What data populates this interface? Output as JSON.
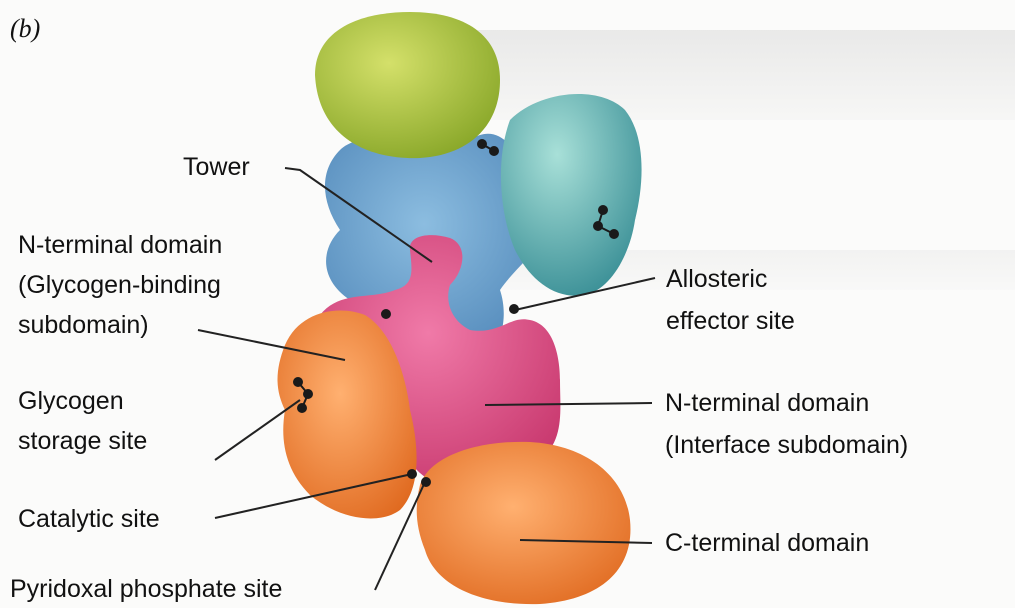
{
  "panel_label": "(b)",
  "labels": {
    "tower": "Tower",
    "n_terminal_glycogen_line1": "N-terminal domain",
    "n_terminal_glycogen_line2": "(Glycogen-binding",
    "n_terminal_glycogen_line3": "subdomain)",
    "glycogen_storage_line1": "Glycogen",
    "glycogen_storage_line2": "storage site",
    "catalytic_site": "Catalytic site",
    "pyridoxal_site": "Pyridoxal phosphate site",
    "allosteric_line1": "Allosteric",
    "allosteric_line2": "effector site",
    "n_terminal_interface_line1": "N-terminal domain",
    "n_terminal_interface_line2": "(Interface subdomain)",
    "c_terminal": "C-terminal domain"
  },
  "colors": {
    "green_domain": "#a8c43a",
    "blue_domain": "#6a9fcc",
    "teal_domain": "#4ea5a8",
    "pink_domain": "#e0508a",
    "orange_domain": "#f08838",
    "leader_lines": "#222222",
    "site_dots": "#1a1a1a"
  }
}
